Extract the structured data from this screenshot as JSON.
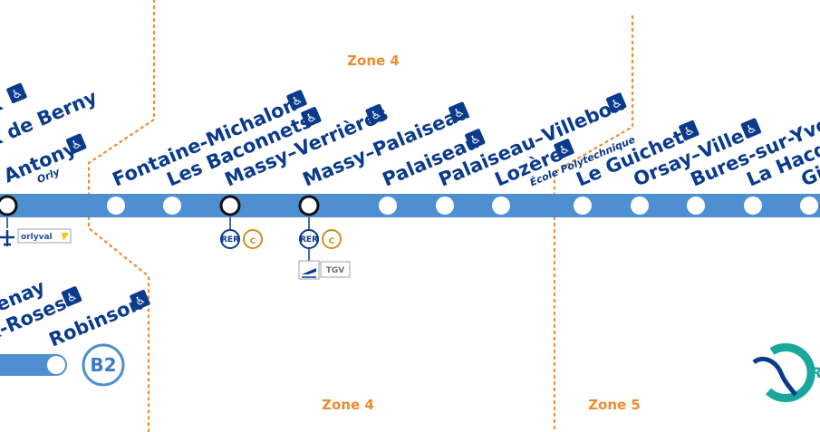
{
  "map": {
    "line": "B2",
    "colors": {
      "line": "#4d8fd0",
      "text": "#0a3a8c",
      "zone": "#ef8a2f",
      "stop_fill": "#ffffff",
      "logo_teal": "#1aa79b",
      "logo_blue": "#0a3a8c"
    },
    "zones": [
      "Zone 4",
      "Zone 4",
      "Zone 5"
    ],
    "main_stations": [
      {
        "name": "Antony",
        "sub": "Orly",
        "accessible": true,
        "interchange": true
      },
      {
        "name": "Fontaine-Michalon",
        "accessible": true
      },
      {
        "name": "Les Baconnets",
        "accessible": true
      },
      {
        "name": "Massy–Verrières",
        "accessible": true,
        "interchange": true
      },
      {
        "name": "Massy–Palaiseau",
        "accessible": true,
        "interchange": true
      },
      {
        "name": "Palaiseau",
        "accessible": true
      },
      {
        "name": "Palaiseau–Villebon",
        "accessible": true
      },
      {
        "name": "Lozère",
        "sub": "École Polytechnique",
        "accessible": true
      },
      {
        "name": "Le Guichet",
        "accessible": true
      },
      {
        "name": "Orsay–Ville",
        "accessible": true
      },
      {
        "name": "Bures-sur-Yvette",
        "accessible": true
      },
      {
        "name": "La Hacq",
        "accessible": false
      },
      {
        "name": "Gi",
        "accessible": false
      }
    ],
    "partial_top_names": [
      "x",
      "x de Berny"
    ],
    "branch_stations": [
      {
        "name": "tenay",
        "accessible": false
      },
      {
        "name": "x-Roses",
        "accessible": true
      },
      {
        "name": "Robinson",
        "accessible": true
      }
    ],
    "branch_badge": "B2",
    "connections": {
      "orlyval": "orlyval",
      "rer": "RER",
      "c_line": "C",
      "tgv": "TGV"
    },
    "logo_partial_text": "R"
  }
}
